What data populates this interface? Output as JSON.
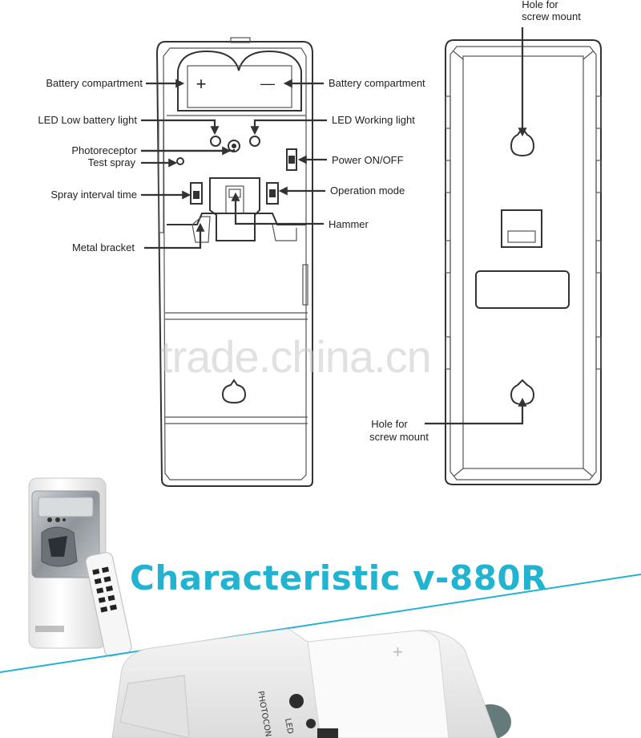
{
  "labels": {
    "battery_left": "Battery compartment",
    "battery_right": "Battery compartment",
    "led_low": "LED Low battery light",
    "led_working": "LED Working light",
    "photoreceptor": "Photoreceptor",
    "test_spray": "Test spray",
    "power": "Power ON/OFF",
    "spray_interval": "Spray interval time",
    "operation_mode": "Operation mode",
    "hammer": "Hammer",
    "metal_bracket": "Metal bracket",
    "hole_top_line1": "Hole for",
    "hole_top_line2": "screw mount",
    "hole_bottom_line1": "Hole for",
    "hole_bottom_line2": "screw mount"
  },
  "symbols": {
    "plus": "+",
    "minus": "—"
  },
  "watermark": "trade.china.cn",
  "headline": "Characteristic v-880R",
  "photo_printing": {
    "line1": "PHOTOCON",
    "line2": "LED"
  },
  "colors": {
    "headline": "#22b3d1",
    "accent_line": "#22b3d1",
    "lines": "#333333"
  }
}
